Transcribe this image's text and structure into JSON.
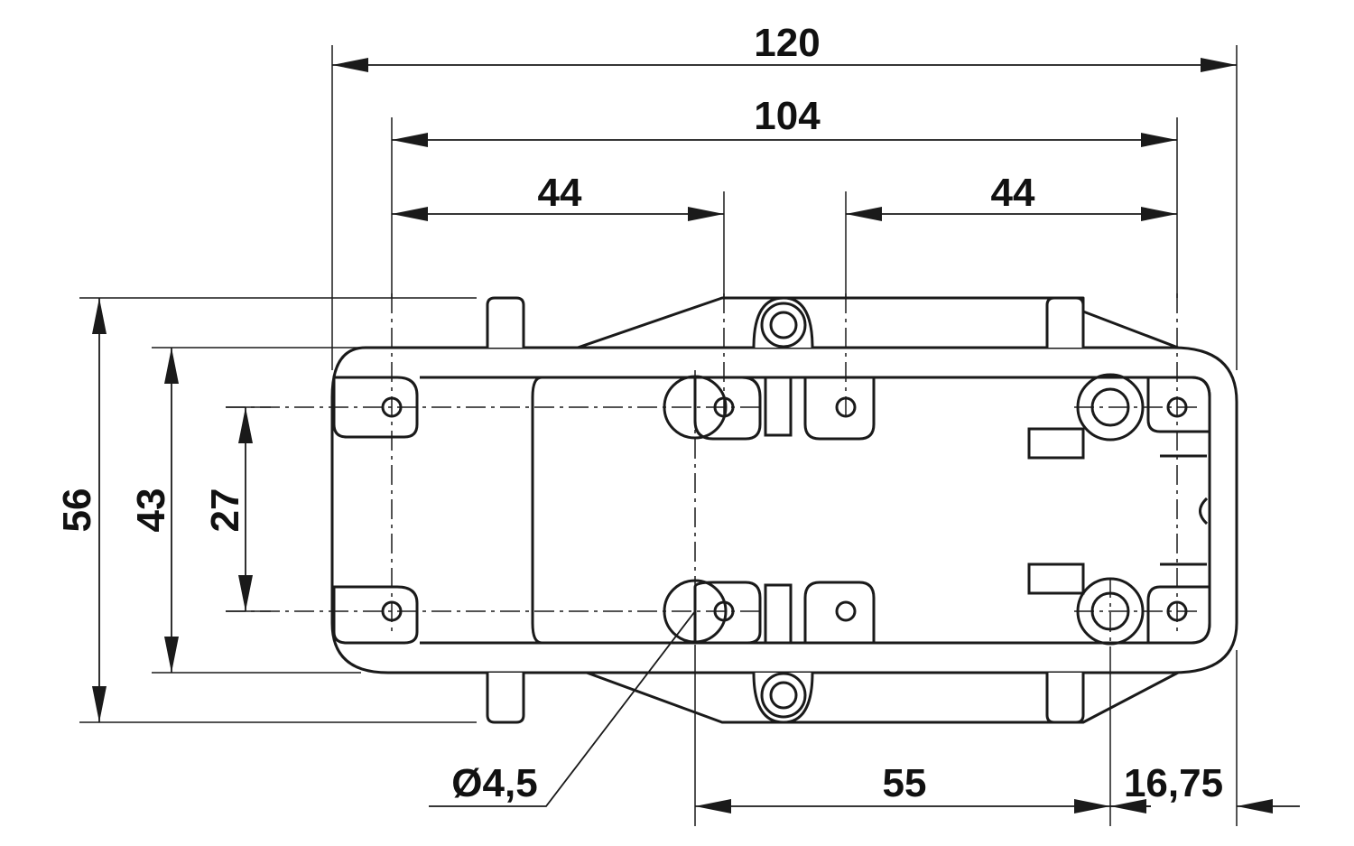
{
  "drawing": {
    "line_color": "#1a1a1a",
    "background": "#ffffff"
  },
  "dimensions": {
    "overall_width": "120",
    "mount_width": "104",
    "left_spacing": "44",
    "right_spacing": "44",
    "overall_height": "56",
    "mount_height": "43",
    "hole_pitch": "27",
    "hole_diameter": "Ø4,5",
    "offset_55": "55",
    "offset_16_75": "16,75"
  }
}
